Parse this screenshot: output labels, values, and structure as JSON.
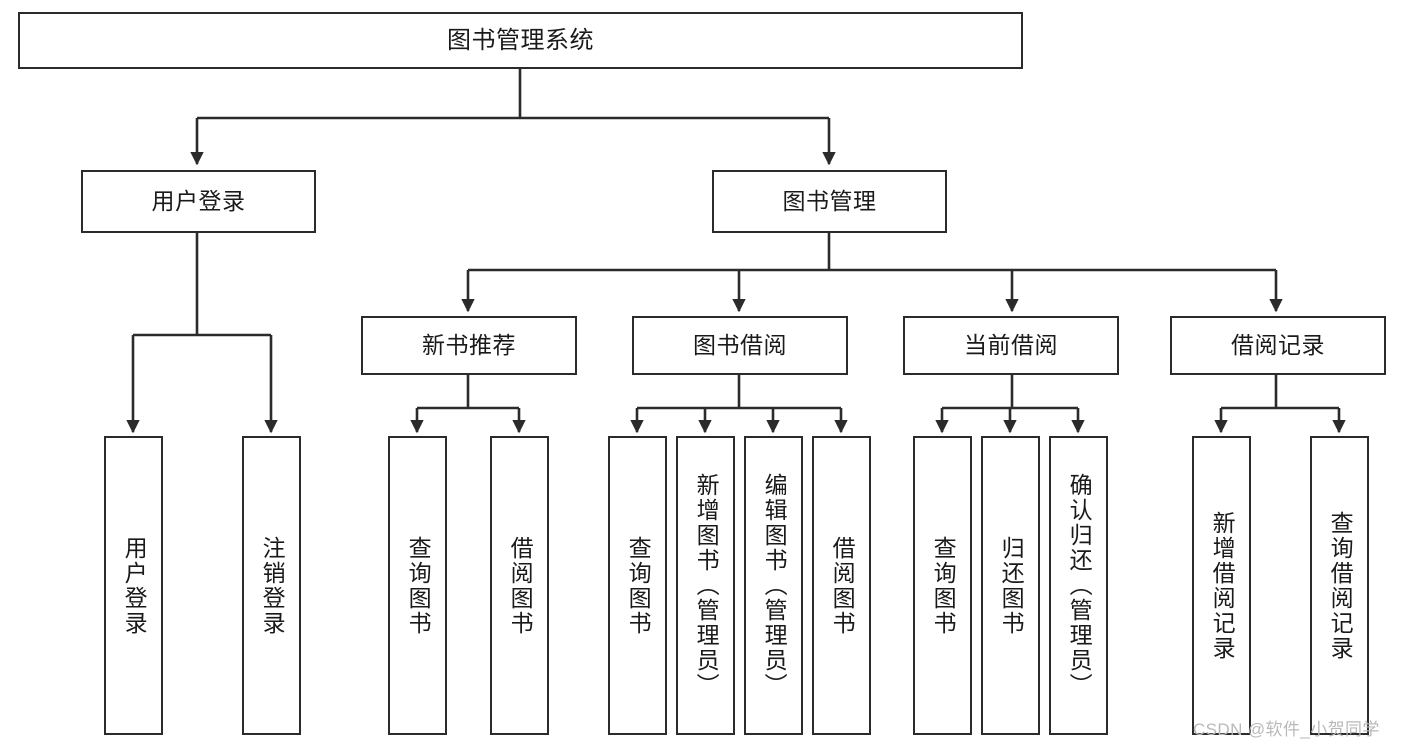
{
  "diagram": {
    "type": "tree",
    "title": "图书管理系统",
    "root": {
      "label": "图书管理系统"
    },
    "level2": [
      {
        "label": "用户登录"
      },
      {
        "label": "图书管理"
      }
    ],
    "level3": [
      {
        "label": "新书推荐"
      },
      {
        "label": "图书借阅"
      },
      {
        "label": "当前借阅"
      },
      {
        "label": "借阅记录"
      }
    ],
    "leaves": {
      "user_login": [
        {
          "label": "用户登录"
        },
        {
          "label": "注销登录"
        }
      ],
      "new_book_recommend": [
        {
          "label": "查询图书"
        },
        {
          "label": "借阅图书"
        }
      ],
      "book_borrow": [
        {
          "label": "查询图书"
        },
        {
          "label": "新增图书（管理员）"
        },
        {
          "label": "编辑图书（管理员）"
        },
        {
          "label": "借阅图书"
        }
      ],
      "current_borrow": [
        {
          "label": "查询图书"
        },
        {
          "label": "归还图书"
        },
        {
          "label": "确认归还（管理员）"
        }
      ],
      "borrow_record": [
        {
          "label": "新增借阅记录"
        },
        {
          "label": "查询借阅记录"
        }
      ]
    }
  },
  "watermark": {
    "text": "CSDN @软件_小贺同学"
  },
  "colors": {
    "stroke": "#2b2b2b",
    "background": "#ffffff",
    "text": "#1a1a1a",
    "watermark": "#b9b9b9"
  }
}
